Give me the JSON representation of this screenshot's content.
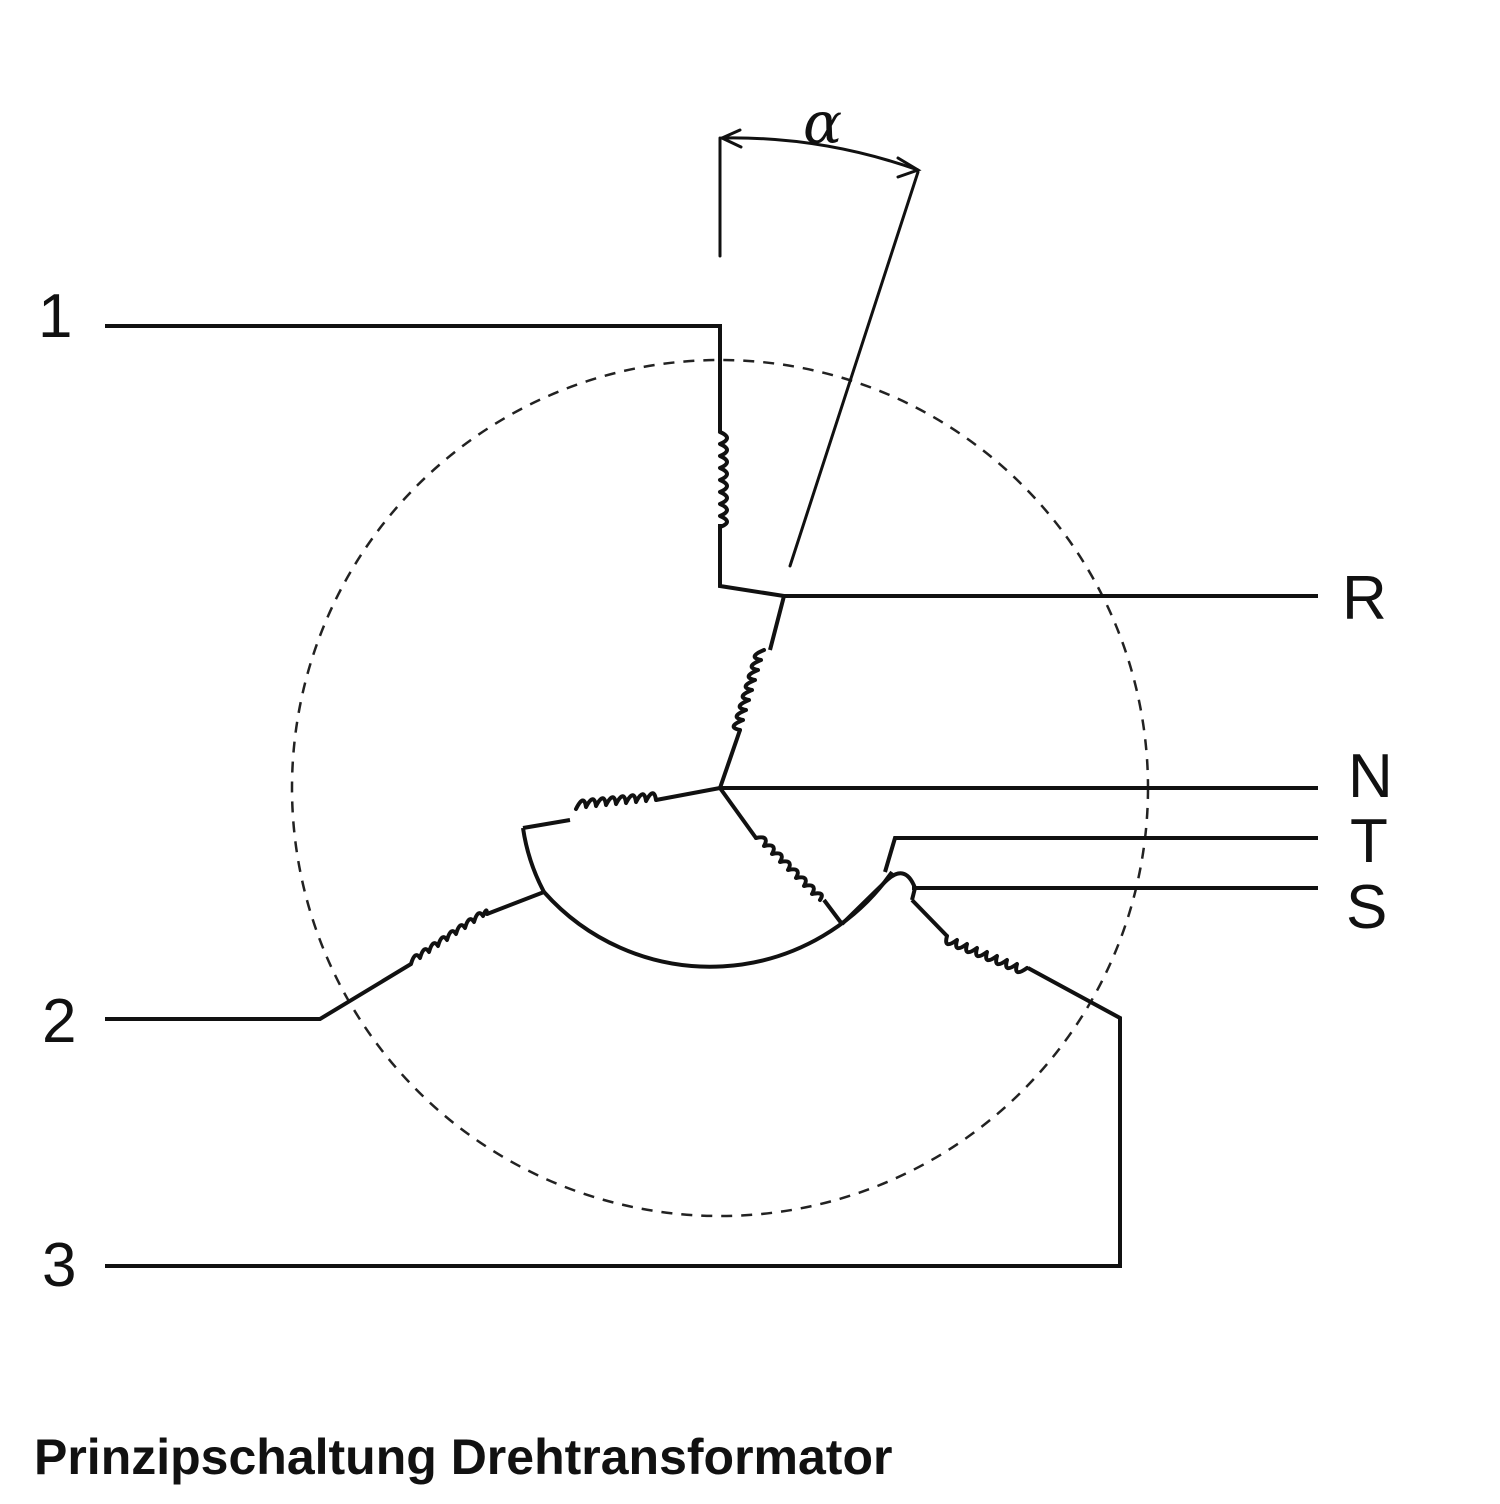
{
  "terminals": {
    "input_1": "1",
    "input_2": "2",
    "input_3": "3",
    "output_r": "R",
    "output_n": "N",
    "output_t": "T",
    "output_s": "S"
  },
  "angle_label": "α",
  "caption": "Prinzipschaltung Drehtransformator",
  "colors": {
    "line": "#111111",
    "background": "#ffffff"
  }
}
